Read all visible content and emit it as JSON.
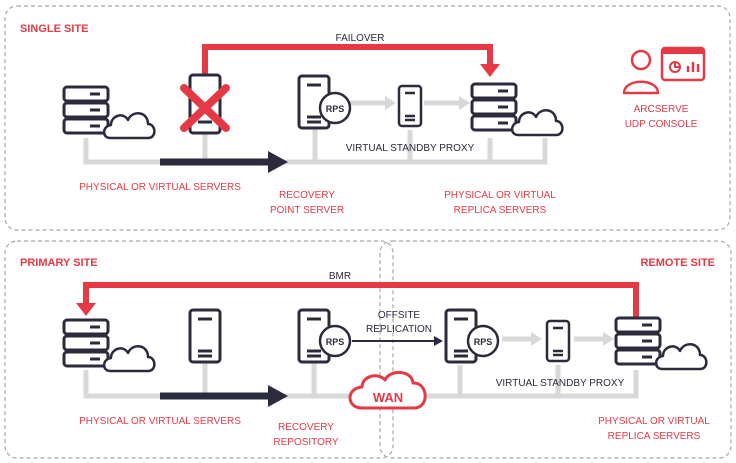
{
  "single_site": {
    "title": "SINGLE SITE",
    "failover": "FAILOVER",
    "physical_servers": "PHYSICAL OR VIRTUAL SERVERS",
    "rps_line1": "RECOVERY",
    "rps_line2": "POINT SERVER",
    "rps_badge": "RPS",
    "standby_proxy": "VIRTUAL STANDBY PROXY",
    "replica_line1": "PHYSICAL OR VIRTUAL",
    "replica_line2": "REPLICA SERVERS",
    "console_line1": "ARCSERVE",
    "console_line2": "UDP CONSOLE"
  },
  "primary_site": {
    "title": "PRIMARY SITE",
    "bmr": "BMR",
    "physical_servers": "PHYSICAL OR VIRTUAL SERVERS",
    "repo_line1": "RECOVERY",
    "repo_line2": "REPOSITORY",
    "rps_badge": "RPS",
    "offsite_line1": "OFFSITE",
    "offsite_line2": "REPLICATION",
    "wan": "WAN"
  },
  "remote_site": {
    "title": "REMOTE SITE",
    "rps_badge": "RPS",
    "standby_proxy": "VIRTUAL STANDBY PROXY",
    "replica_line1": "PHYSICAL OR VIRTUAL",
    "replica_line2": "REPLICA SERVERS"
  },
  "colors": {
    "accent": "#e63946",
    "dark": "#2b2b3d",
    "grey": "#d8d8d8",
    "frame": "#a8a8a8"
  }
}
